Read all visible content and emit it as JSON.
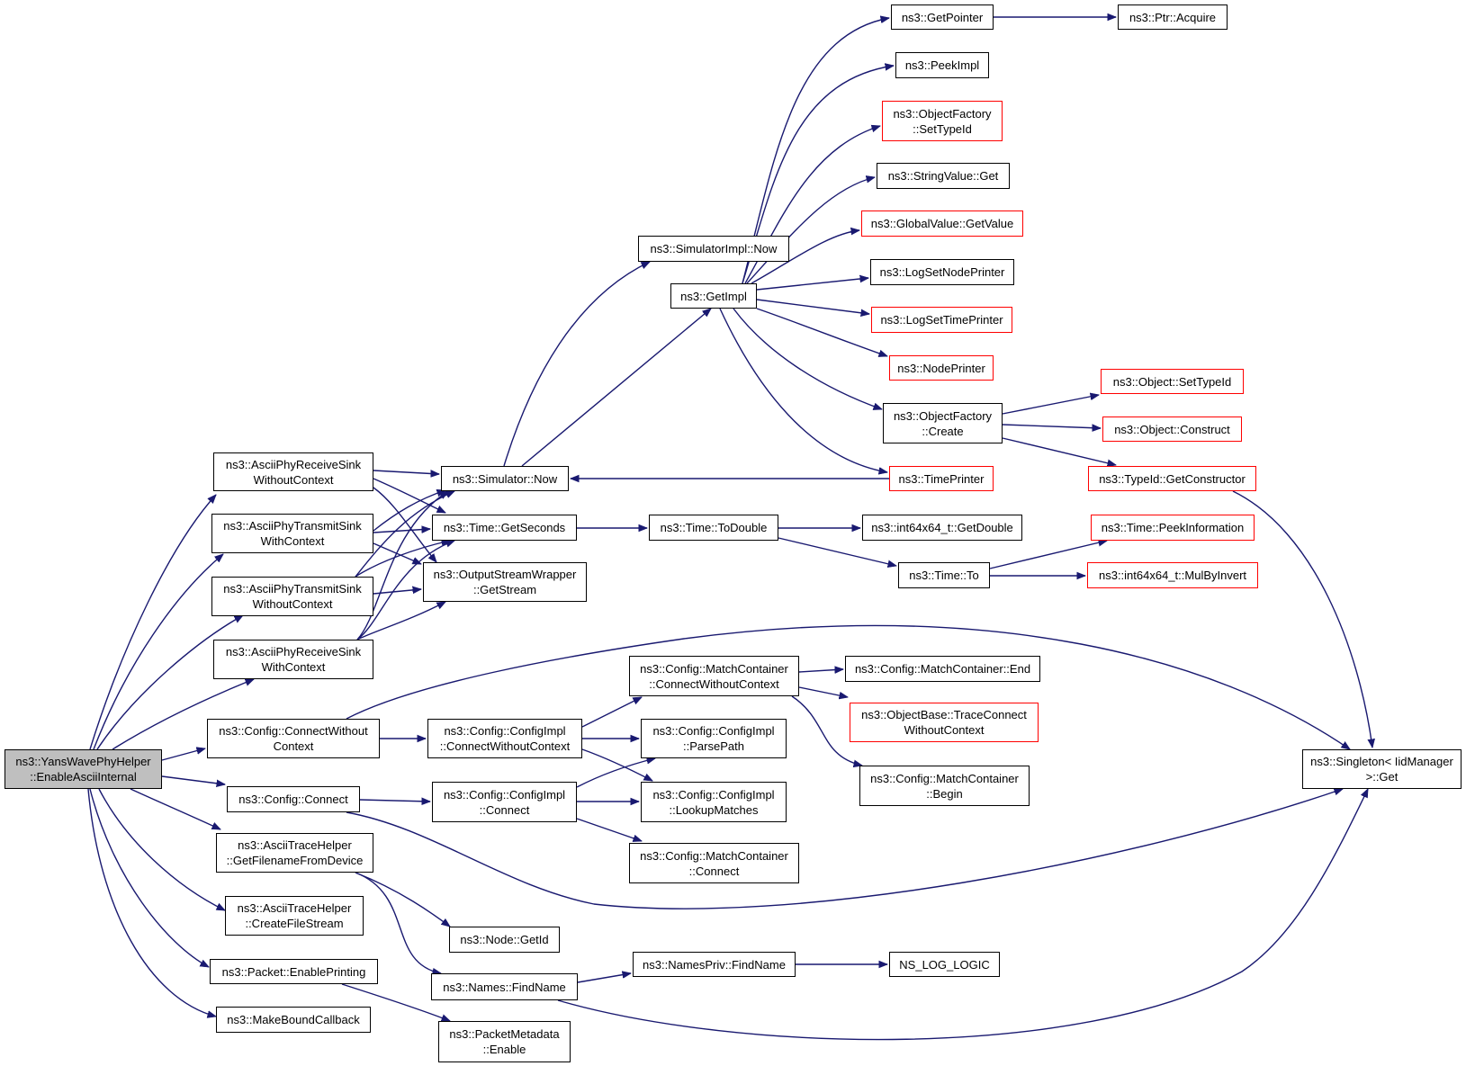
{
  "colors": {
    "edge": "#191970",
    "node_border": "#000000",
    "truncated_border": "#ff0000",
    "root_fill": "#bfbfbf"
  },
  "nodes": {
    "root": [
      "ns3::YansWavePhyHelper",
      "::EnableAsciiInternal"
    ],
    "ascii_rx_wo": [
      "ns3::AsciiPhyReceiveSink",
      "WithoutContext"
    ],
    "ascii_tx_wc": [
      "ns3::AsciiPhyTransmitSink",
      "WithContext"
    ],
    "ascii_tx_wo": [
      "ns3::AsciiPhyTransmitSink",
      "WithoutContext"
    ],
    "ascii_rx_wc": [
      "ns3::AsciiPhyReceiveSink",
      "WithContext"
    ],
    "config_connect_wo": [
      "ns3::Config::ConnectWithout",
      "Context"
    ],
    "config_connect": [
      "ns3::Config::Connect"
    ],
    "get_filename": [
      "ns3::AsciiTraceHelper",
      "::GetFilenameFromDevice"
    ],
    "create_file_stream": [
      "ns3::AsciiTraceHelper",
      "::CreateFileStream"
    ],
    "packet_enable_printing": [
      "ns3::Packet::EnablePrinting"
    ],
    "make_bound_callback": [
      "ns3::MakeBoundCallback"
    ],
    "simulator_now": [
      "ns3::Simulator::Now"
    ],
    "time_get_seconds": [
      "ns3::Time::GetSeconds"
    ],
    "output_stream_get": [
      "ns3::OutputStreamWrapper",
      "::GetStream"
    ],
    "configimpl_connect_wo": [
      "ns3::Config::ConfigImpl",
      "::ConnectWithoutContext"
    ],
    "configimpl_connect": [
      "ns3::Config::ConfigImpl",
      "::Connect"
    ],
    "node_getid": [
      "ns3::Node::GetId"
    ],
    "names_findname": [
      "ns3::Names::FindName"
    ],
    "packetmetadata_enable": [
      "ns3::PacketMetadata",
      "::Enable"
    ],
    "simulatorimpl_now": [
      "ns3::SimulatorImpl::Now"
    ],
    "getimpl": [
      "ns3::GetImpl"
    ],
    "time_todouble": [
      "ns3::Time::ToDouble"
    ],
    "mc_connect_wo": [
      "ns3::Config::MatchContainer",
      "::ConnectWithoutContext"
    ],
    "configimpl_parsepath": [
      "ns3::Config::ConfigImpl",
      "::ParsePath"
    ],
    "configimpl_lookup": [
      "ns3::Config::ConfigImpl",
      "::LookupMatches"
    ],
    "mc_connect": [
      "ns3::Config::MatchContainer",
      "::Connect"
    ],
    "namespriv_findname": [
      "ns3::NamesPriv::FindName"
    ],
    "getpointer": [
      "ns3::GetPointer"
    ],
    "peekimpl": [
      "ns3::PeekImpl"
    ],
    "objfactory_settypeid": [
      "ns3::ObjectFactory",
      "::SetTypeId"
    ],
    "stringvalue_get": [
      "ns3::StringValue::Get"
    ],
    "globalvalue_getvalue": [
      "ns3::GlobalValue::GetValue"
    ],
    "log_set_node_printer": [
      "ns3::LogSetNodePrinter"
    ],
    "log_set_time_printer": [
      "ns3::LogSetTimePrinter"
    ],
    "node_printer": [
      "ns3::NodePrinter"
    ],
    "objfactory_create": [
      "ns3::ObjectFactory",
      "::Create"
    ],
    "time_printer": [
      "ns3::TimePrinter"
    ],
    "int64_getdouble": [
      "ns3::int64x64_t::GetDouble"
    ],
    "time_to": [
      "ns3::Time::To"
    ],
    "mc_end": [
      "ns3::Config::MatchContainer::End"
    ],
    "objbase_traceconnect": [
      "ns3::ObjectBase::TraceConnect",
      "WithoutContext"
    ],
    "mc_begin": [
      "ns3::Config::MatchContainer",
      "::Begin"
    ],
    "ns_log_logic": [
      "NS_LOG_LOGIC"
    ],
    "ptr_acquire": [
      "ns3::Ptr::Acquire"
    ],
    "object_settypeid": [
      "ns3::Object::SetTypeId"
    ],
    "object_construct": [
      "ns3::Object::Construct"
    ],
    "typeid_getconstructor": [
      "ns3::TypeId::GetConstructor"
    ],
    "time_peekinfo": [
      "ns3::Time::PeekInformation"
    ],
    "int64_mulbyinvert": [
      "ns3::int64x64_t::MulByInvert"
    ],
    "singleton_get": [
      "ns3::Singleton< IidManager",
      " >::Get"
    ]
  }
}
